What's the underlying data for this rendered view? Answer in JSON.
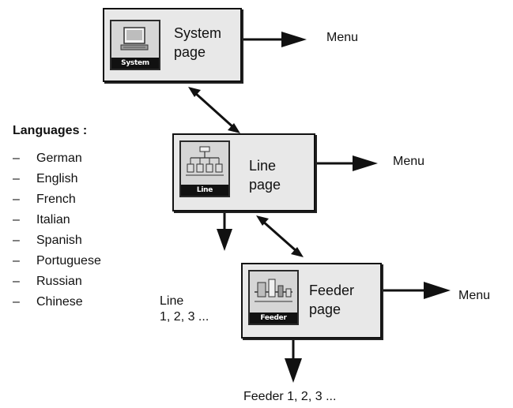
{
  "system_box": {
    "icon_caption": "System",
    "line1": "System",
    "line2": "page",
    "menu": "Menu"
  },
  "line_box": {
    "icon_caption": "Line",
    "line1": "Line",
    "line2": "page",
    "menu": "Menu"
  },
  "feeder_box": {
    "icon_caption": "Feeder",
    "line1": "Feeder",
    "line2": "page",
    "menu": "Menu"
  },
  "line_sub": {
    "line1": "Line",
    "line2": "1, 2, 3 ..."
  },
  "feeder_sub": "Feeder 1, 2, 3 ...",
  "languages": {
    "title": "Languages :",
    "dash": "–",
    "items": [
      "German",
      "English",
      "French",
      "Italian",
      "Spanish",
      "Portuguese",
      "Russian",
      "Chinese"
    ]
  },
  "icons": [
    "monitor-icon",
    "network-icon",
    "feeder-icon"
  ]
}
